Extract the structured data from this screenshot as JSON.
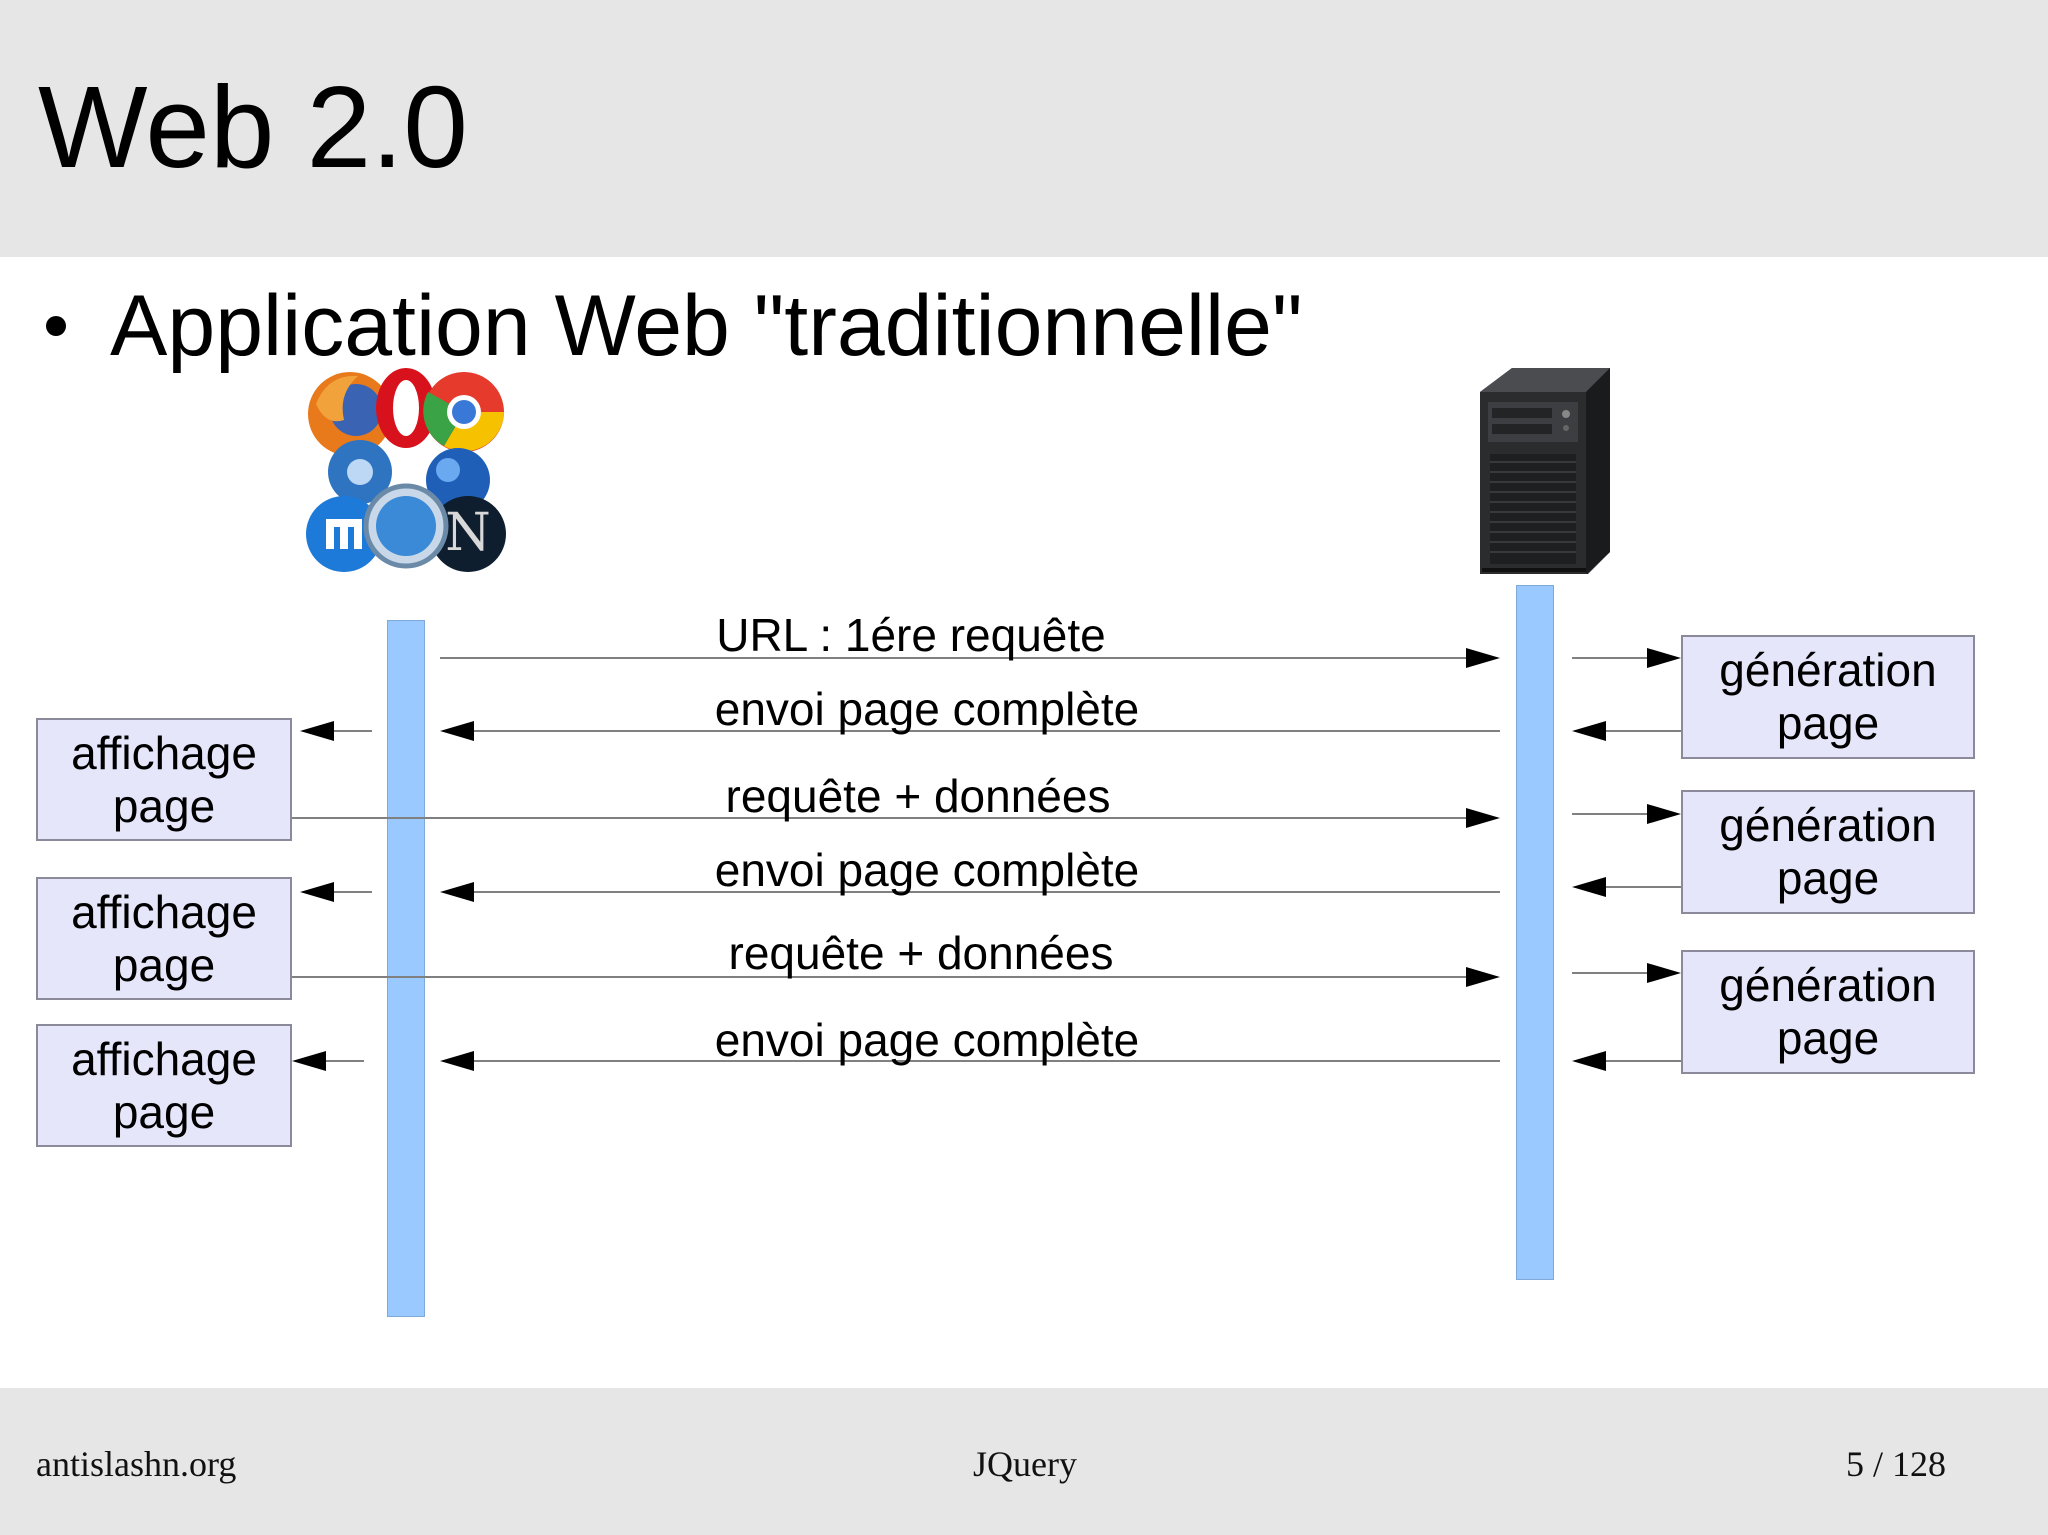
{
  "slide": {
    "title": "Web 2.0",
    "bullet": "Application Web \"traditionnelle\""
  },
  "diagram": {
    "client_icon": "web-browsers-icon",
    "server_icon": "server-tower-icon",
    "client_boxes": [
      {
        "line1": "affichage",
        "line2": "page"
      },
      {
        "line1": "affichage",
        "line2": "page"
      },
      {
        "line1": "affichage",
        "line2": "page"
      }
    ],
    "server_boxes": [
      {
        "line1": "génération",
        "line2": "page"
      },
      {
        "line1": "génération",
        "line2": "page"
      },
      {
        "line1": "génération",
        "line2": "page"
      }
    ],
    "messages": [
      {
        "label": "URL : 1ére requête",
        "direction": "to-server"
      },
      {
        "label": "envoi page complète",
        "direction": "to-client"
      },
      {
        "label": "requête + données",
        "direction": "to-server"
      },
      {
        "label": "envoi page complète",
        "direction": "to-client"
      },
      {
        "label": "requête + données",
        "direction": "to-server"
      },
      {
        "label": "envoi page complète",
        "direction": "to-client"
      }
    ],
    "colors": {
      "lifeline": "#99c9fe",
      "box_fill": "#e6e6fa",
      "box_border": "#8a8a9a",
      "line": "#808080"
    }
  },
  "footer": {
    "left": "antislashn.org",
    "center": "JQuery",
    "right": "5 / 128"
  }
}
